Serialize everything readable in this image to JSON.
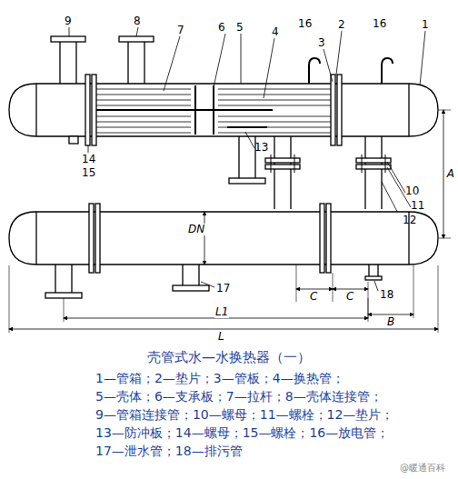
{
  "diagram": {
    "caption": "壳管式水—水换热器（一）",
    "labels": [
      "9",
      "8",
      "7",
      "6",
      "5",
      "4",
      "16",
      "2",
      "3",
      "16",
      "1",
      "14",
      "15",
      "13",
      "10",
      "11",
      "12",
      "A",
      "DN",
      "17",
      "18",
      "C",
      "C",
      "B",
      "L1",
      "L",
      "1—管箱；2—垫片；3—管板；4—换热管；",
      "5—壳体；6—支承板；7—拉杆；8—壳体连接管；",
      "9—管箱连接管；10—螺母；11—螺栓；12—垫片；",
      "13—防冲板；14—螺母；15—螺栓；16—放电管；",
      "17—泄水管；18—排污管",
      "@暖通百科"
    ]
  }
}
